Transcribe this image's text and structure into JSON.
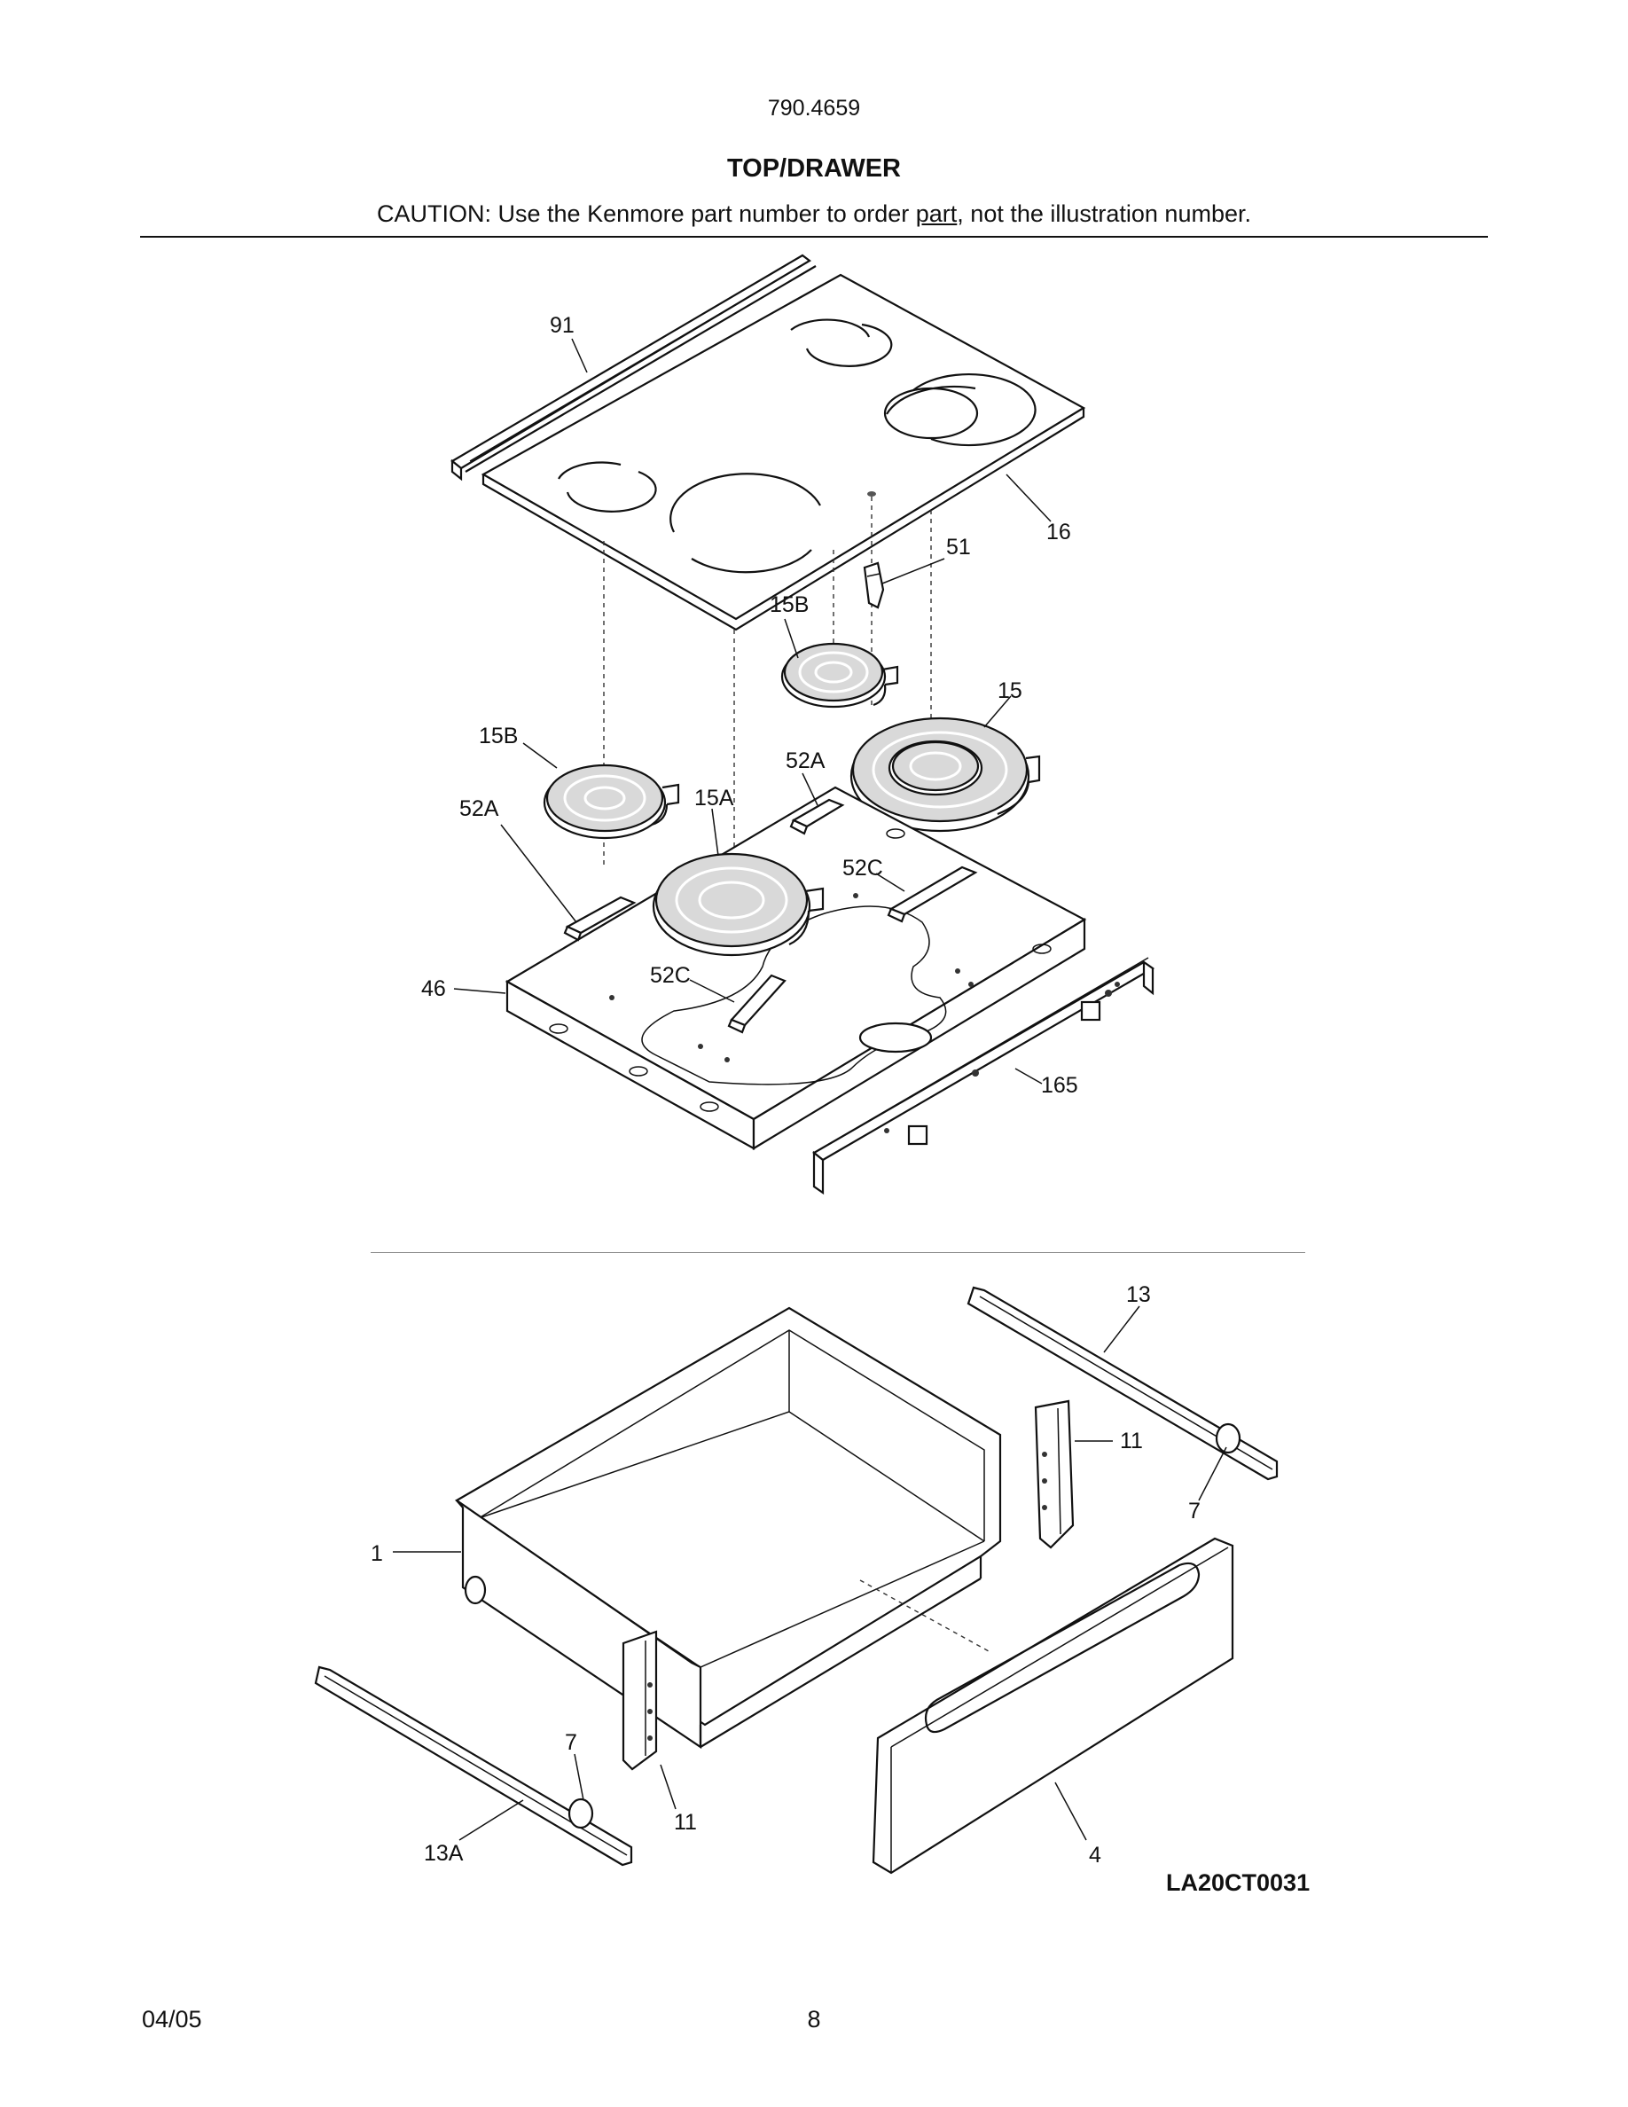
{
  "header": {
    "model_number": "790.4659",
    "section_title": "TOP/DRAWER",
    "caution_prefix": "CAUTION: Use the Kenmore part number to order ",
    "caution_underlined": "part",
    "caution_suffix": ", not the illustration number."
  },
  "callouts": {
    "c91": "91",
    "c16": "16",
    "c51": "51",
    "c15B_top": "15B",
    "c15": "15",
    "c15B_left": "15B",
    "c52A_mid": "52A",
    "c52A_left": "52A",
    "c15A": "15A",
    "c52C_right": "52C",
    "c46": "46",
    "c52C_left": "52C",
    "c165": "165",
    "c13": "13",
    "c11_right": "11",
    "c7_right": "7",
    "c1": "1",
    "c7_left": "7",
    "c11_left": "11",
    "c13A": "13A",
    "c4": "4"
  },
  "illustration_code": "LA20CT0031",
  "footer": {
    "date": "04/05",
    "page_number": "8"
  }
}
